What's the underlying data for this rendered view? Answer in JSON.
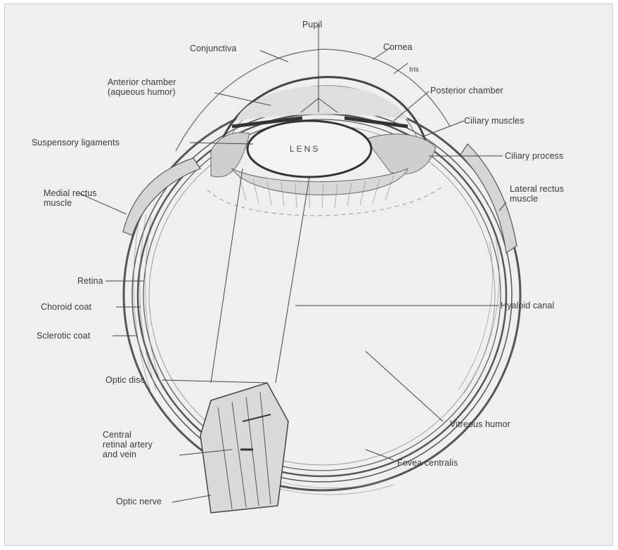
{
  "labels": {
    "pupil": "Pupil",
    "conjunctiva": "Conjunctiva",
    "cornea": "Cornea",
    "iris": "Iris",
    "anterior_chamber": "Anterior chamber\n(aqueous humor)",
    "posterior_chamber": "Posterior chamber",
    "ciliary_muscles": "Ciliary muscles",
    "suspensory_ligaments": "Suspensory ligaments",
    "lens": "LENS",
    "ciliary_process": "Ciliary process",
    "medial_rectus": "Medial rectus\nmuscle",
    "lateral_rectus": "Lateral rectus\nmuscle",
    "retina": "Retina",
    "choroid_coat": "Choroid coat",
    "sclerotic_coat": "Sclerotic coat",
    "hyaloid_canal": "Hyaloid canal",
    "optic_disc": "Optic disc",
    "vitreous_humor": "Vitreous humor",
    "central_retinal": "Central\nretinal artery\nand vein",
    "fovea_centralis": "Fovea centralis",
    "optic_nerve": "Optic nerve"
  }
}
